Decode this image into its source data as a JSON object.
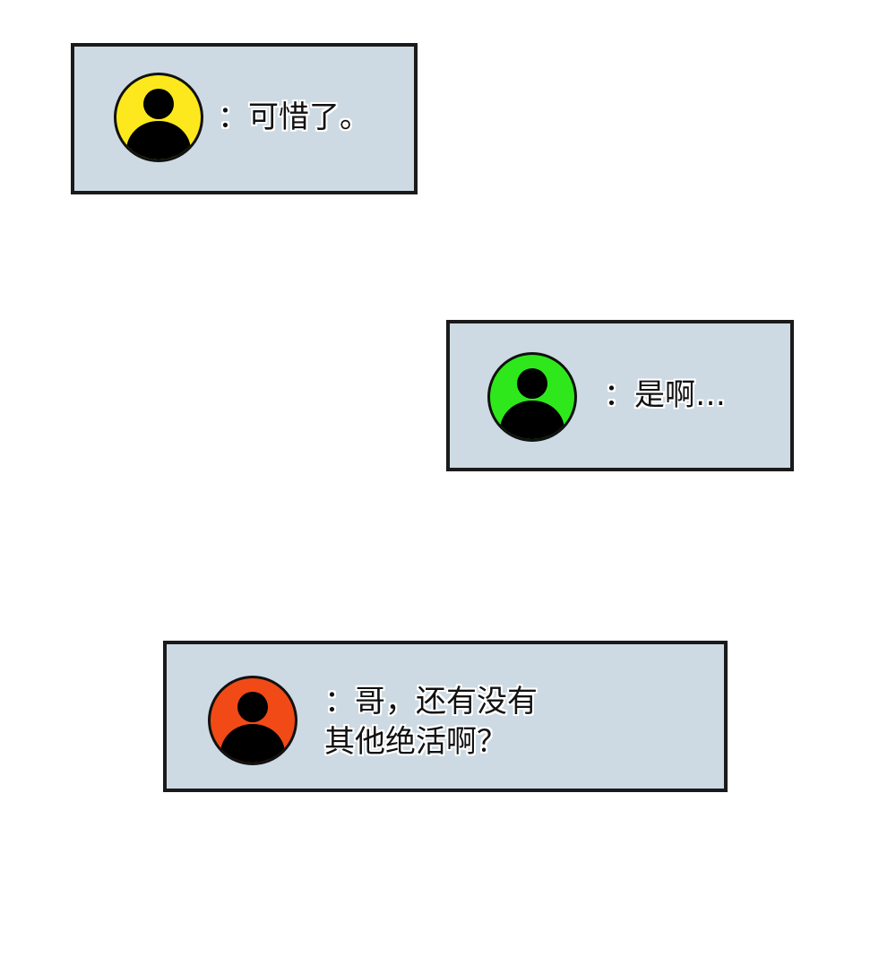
{
  "messages": [
    {
      "avatar_color": "#fce81c",
      "avatar_icon": "person-icon",
      "text": "：可惜了。"
    },
    {
      "avatar_color": "#2fe81c",
      "avatar_icon": "person-icon",
      "text": "：是啊…"
    },
    {
      "avatar_color": "#f24a16",
      "avatar_icon": "person-icon",
      "lines": [
        "：哥，还有没有",
        "其他绝活啊？"
      ]
    }
  ]
}
